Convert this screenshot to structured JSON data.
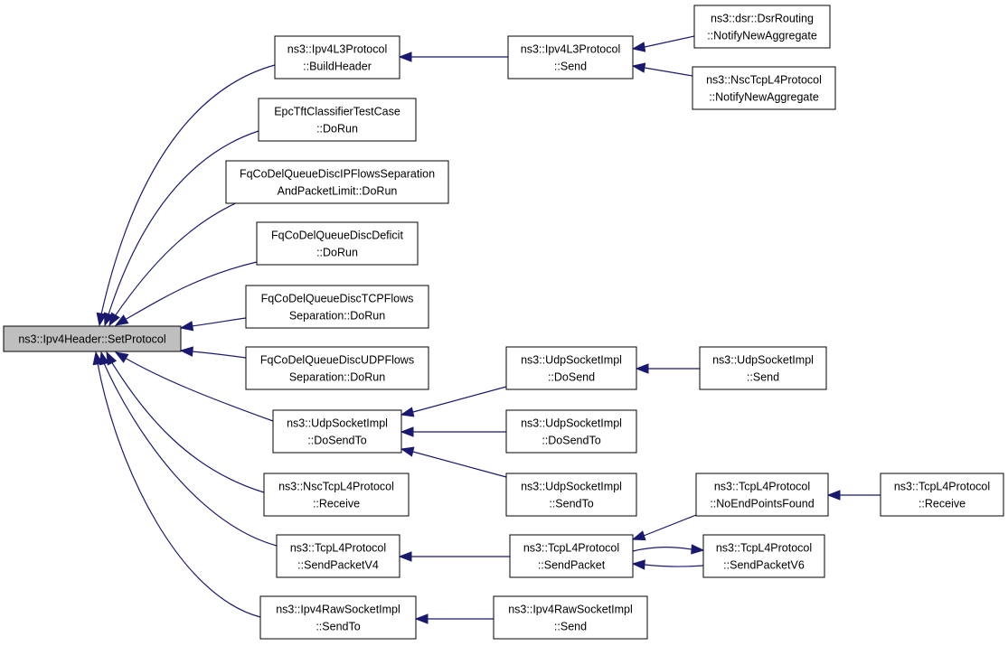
{
  "colors": {
    "edge": "#191970",
    "border": "#000000",
    "focus_fill": "#bfbfbf",
    "node_fill": "#ffffff"
  },
  "nodes": [
    {
      "id": "root",
      "lines": [
        "ns3::Ipv4Header::SetProtocol"
      ],
      "focus": true
    },
    {
      "id": "bh",
      "lines": [
        "ns3::Ipv4L3Protocol",
        "::BuildHeader"
      ]
    },
    {
      "id": "l3send",
      "lines": [
        "ns3::Ipv4L3Protocol",
        "::Send"
      ]
    },
    {
      "id": "dsr",
      "lines": [
        "ns3::dsr::DsrRouting",
        "::NotifyNewAggregate"
      ]
    },
    {
      "id": "nsc_nna",
      "lines": [
        "ns3::NscTcpL4Protocol",
        "::NotifyNewAggregate"
      ]
    },
    {
      "id": "epc",
      "lines": [
        "EpcTftClassifierTestCase",
        "::DoRun"
      ]
    },
    {
      "id": "fq_ipsep",
      "lines": [
        "FqCoDelQueueDiscIPFlowsSeparation",
        "AndPacketLimit::DoRun"
      ]
    },
    {
      "id": "fq_def",
      "lines": [
        "FqCoDelQueueDiscDeficit",
        "::DoRun"
      ]
    },
    {
      "id": "fq_tcp",
      "lines": [
        "FqCoDelQueueDiscTCPFlows",
        "Separation::DoRun"
      ]
    },
    {
      "id": "fq_udp",
      "lines": [
        "FqCoDelQueueDiscUDPFlows",
        "Separation::DoRun"
      ]
    },
    {
      "id": "udp_dsto",
      "lines": [
        "ns3::UdpSocketImpl",
        "::DoSendTo"
      ]
    },
    {
      "id": "udp_ds",
      "lines": [
        "ns3::UdpSocketImpl",
        "::DoSend"
      ]
    },
    {
      "id": "udp_send",
      "lines": [
        "ns3::UdpSocketImpl",
        "::Send"
      ]
    },
    {
      "id": "udp_dsto2",
      "lines": [
        "ns3::UdpSocketImpl",
        "::DoSendTo"
      ]
    },
    {
      "id": "udp_sto",
      "lines": [
        "ns3::UdpSocketImpl",
        "::SendTo"
      ]
    },
    {
      "id": "nsc_recv",
      "lines": [
        "ns3::NscTcpL4Protocol",
        "::Receive"
      ]
    },
    {
      "id": "tcp_spv4",
      "lines": [
        "ns3::TcpL4Protocol",
        "::SendPacketV4"
      ]
    },
    {
      "id": "tcp_sp",
      "lines": [
        "ns3::TcpL4Protocol",
        "::SendPacket"
      ]
    },
    {
      "id": "tcp_nepf",
      "lines": [
        "ns3::TcpL4Protocol",
        "::NoEndPointsFound"
      ]
    },
    {
      "id": "tcp_recv",
      "lines": [
        "ns3::TcpL4Protocol",
        "::Receive"
      ]
    },
    {
      "id": "tcp_spv6",
      "lines": [
        "ns3::TcpL4Protocol",
        "::SendPacketV6"
      ]
    },
    {
      "id": "raw_sto",
      "lines": [
        "ns3::Ipv4RawSocketImpl",
        "::SendTo"
      ]
    },
    {
      "id": "raw_send",
      "lines": [
        "ns3::Ipv4RawSocketImpl",
        "::Send"
      ]
    }
  ],
  "edges": [
    {
      "from": "bh",
      "to": "root"
    },
    {
      "from": "epc",
      "to": "root"
    },
    {
      "from": "fq_ipsep",
      "to": "root"
    },
    {
      "from": "fq_def",
      "to": "root"
    },
    {
      "from": "fq_tcp",
      "to": "root"
    },
    {
      "from": "fq_udp",
      "to": "root"
    },
    {
      "from": "udp_dsto",
      "to": "root"
    },
    {
      "from": "nsc_recv",
      "to": "root"
    },
    {
      "from": "tcp_spv4",
      "to": "root"
    },
    {
      "from": "raw_sto",
      "to": "root"
    },
    {
      "from": "l3send",
      "to": "bh"
    },
    {
      "from": "dsr",
      "to": "l3send"
    },
    {
      "from": "nsc_nna",
      "to": "l3send"
    },
    {
      "from": "udp_ds",
      "to": "udp_dsto"
    },
    {
      "from": "udp_dsto2",
      "to": "udp_dsto"
    },
    {
      "from": "udp_sto",
      "to": "udp_dsto"
    },
    {
      "from": "udp_send",
      "to": "udp_ds"
    },
    {
      "from": "tcp_sp",
      "to": "tcp_spv4"
    },
    {
      "from": "tcp_nepf",
      "to": "tcp_sp"
    },
    {
      "from": "tcp_spv6",
      "to": "tcp_sp"
    },
    {
      "from": "tcp_sp",
      "to": "tcp_spv6"
    },
    {
      "from": "tcp_recv",
      "to": "tcp_nepf"
    },
    {
      "from": "raw_send",
      "to": "raw_sto"
    }
  ]
}
